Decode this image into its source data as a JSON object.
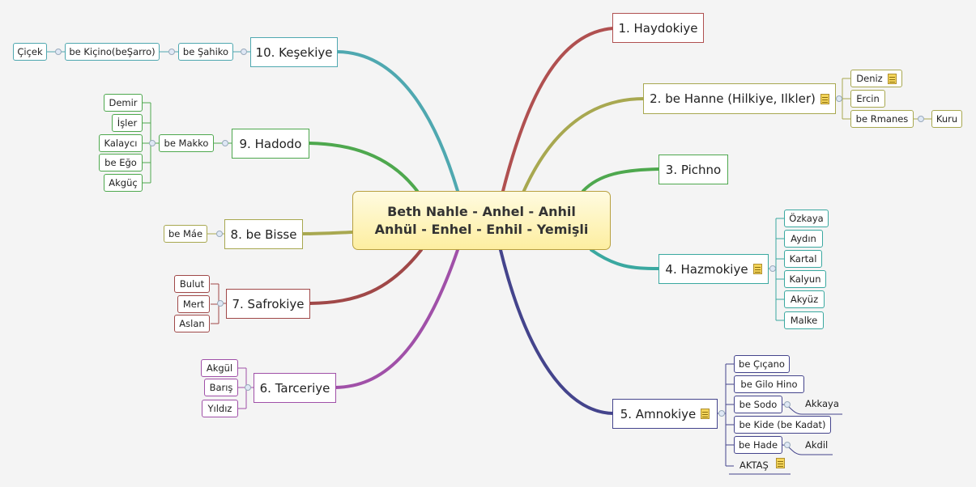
{
  "center": {
    "line1": "Beth Nahle - Anhel - Anhil",
    "line2": "Anhül - Enhel - Enhil - Yemişli"
  },
  "colors": {
    "red": "#b05050",
    "olive": "#a8a850",
    "green": "#4ea84e",
    "teal": "#3aa8a0",
    "navy": "#44448c",
    "purple": "#a050a8",
    "brown": "#a04848",
    "blue": "#4fa8b0"
  },
  "branches": {
    "b1": {
      "label": "1. Haydokiye"
    },
    "b2": {
      "label": "2. be Hanne (Hilkiye, Ilkler)",
      "children": [
        "Deniz",
        "Ercin",
        "be Rmanes"
      ],
      "grandchild": "Kuru"
    },
    "b3": {
      "label": "3. Pichno"
    },
    "b4": {
      "label": "4. Hazmokiye",
      "children": [
        "Özkaya",
        "Aydın",
        "Kartal",
        "Kalyun",
        "Akyüz",
        "Malke"
      ]
    },
    "b5": {
      "label": "5. Amnokiye",
      "children": [
        "be Çıçano",
        "be Gilo Hino",
        "be Sodo",
        "be Kide (be Kadat)",
        "be Hade",
        "AKTAŞ"
      ],
      "sodo_child": "Akkaya",
      "hade_child": "Akdil"
    },
    "b6": {
      "label": "6. Tarceriye",
      "children": [
        "Akgül",
        "Barış",
        "Yıldız"
      ]
    },
    "b7": {
      "label": "7. Safrokiye",
      "children": [
        "Bulut",
        "Mert",
        "Aslan"
      ]
    },
    "b8": {
      "label": "8. be Bisse",
      "children": [
        "be Máe"
      ]
    },
    "b9": {
      "label": "9. Hadodo",
      "children": [
        "be Makko"
      ],
      "grandchildren": [
        "Demir",
        "İşler",
        "Kalaycı",
        "be Eğo",
        "Akgüç"
      ]
    },
    "b10": {
      "label": "10. Keşekiye",
      "chain": [
        "be Şahiko",
        "be Kiçino(beŞarro)",
        "Çiçek"
      ]
    }
  }
}
